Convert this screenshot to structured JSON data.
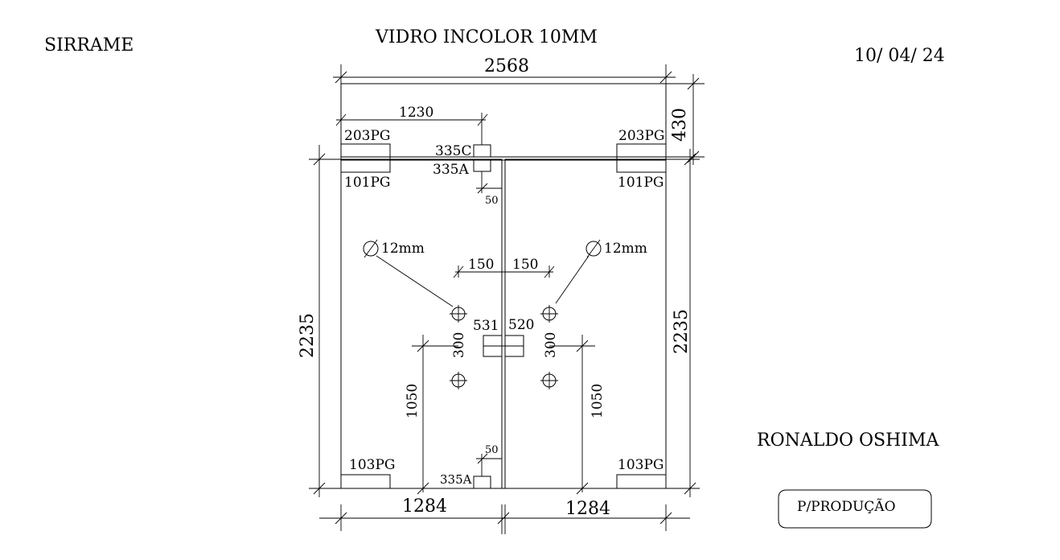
{
  "header": {
    "company": "SIRRAME",
    "title": "VIDRO INCOLOR 10MM",
    "date": "10/ 04/ 24"
  },
  "footer": {
    "client": "RONALDO OSHIMA",
    "status_badge": "P/PRODUÇÃO"
  },
  "dimensions": {
    "total_width": "2568",
    "top_height": "430",
    "left_height": "2235",
    "right_height": "2235",
    "bottom_left_width": "1284",
    "bottom_right_width": "1284",
    "offset_1230": "1230",
    "gap_top": "50",
    "gap_bottom": "50",
    "offset_left_150": "150",
    "offset_right_150": "150",
    "hole_spacing_left": "300",
    "hole_spacing_right": "300",
    "handle_height_left": "1050",
    "handle_height_right": "1050"
  },
  "hardware": {
    "top_left_upper": "203PG",
    "top_left_lower": "101PG",
    "top_right_upper": "203PG",
    "top_right_lower": "101PG",
    "center_upper": "335C",
    "center_lower": "335A",
    "bottom_center": "335A",
    "bottom_left": "103PG",
    "bottom_right": "103PG",
    "lock_left": "531",
    "lock_right": "520",
    "hole_left": "12mm",
    "hole_right": "12mm"
  }
}
